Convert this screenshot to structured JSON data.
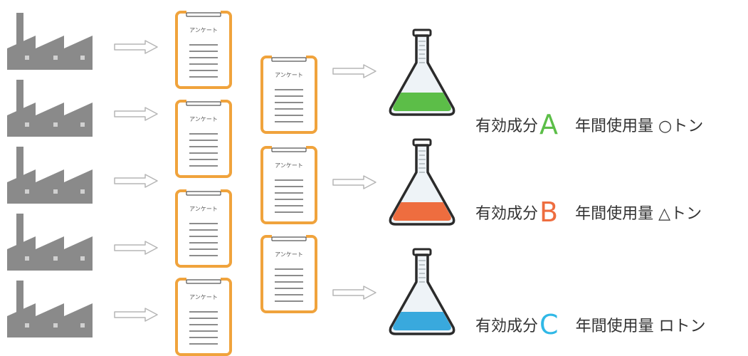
{
  "sheet_title": "アンケート",
  "ingredients": [
    {
      "label": "有効成分",
      "letter": "A",
      "usage": "年間使用量 ○トン",
      "color": "#5cbe48",
      "letter_color": "#5cbe48"
    },
    {
      "label": "有効成分",
      "letter": "B",
      "usage": "年間使用量 △トン",
      "color": "#ee6d3f",
      "letter_color": "#ee6d3f"
    },
    {
      "label": "有効成分",
      "letter": "C",
      "usage": "年間使用量 ロトン",
      "color": "#39a9dd",
      "letter_color": "#30b8e6"
    }
  ],
  "colors": {
    "factory": "#8a8a8a",
    "factory_window": "#d0d0d0",
    "clipboard_border": "#f0a33c",
    "arrow": "#b5b5b5",
    "flask_glass": "#eef3f7",
    "flask_outline": "#2b2b2b"
  },
  "icons": [
    "factory-icon",
    "arrow-icon",
    "questionnaire-icon",
    "flask-icon"
  ]
}
